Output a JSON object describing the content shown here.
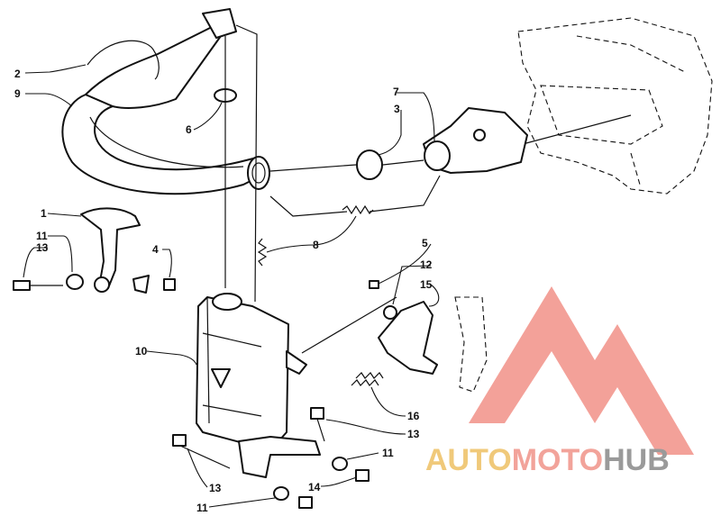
{
  "callouts": [
    {
      "id": "c1",
      "label": "1"
    },
    {
      "id": "c2",
      "label": "2"
    },
    {
      "id": "c3",
      "label": "3"
    },
    {
      "id": "c4",
      "label": "4"
    },
    {
      "id": "c5",
      "label": "5"
    },
    {
      "id": "c6",
      "label": "6"
    },
    {
      "id": "c7",
      "label": "7"
    },
    {
      "id": "c8",
      "label": "8"
    },
    {
      "id": "c9",
      "label": "9"
    },
    {
      "id": "c10",
      "label": "10"
    },
    {
      "id": "c11a",
      "label": "11"
    },
    {
      "id": "c11b",
      "label": "11"
    },
    {
      "id": "c11c",
      "label": "11"
    },
    {
      "id": "c12",
      "label": "12"
    },
    {
      "id": "c13a",
      "label": "13"
    },
    {
      "id": "c13b",
      "label": "13"
    },
    {
      "id": "c13c",
      "label": "13"
    },
    {
      "id": "c14",
      "label": "14"
    },
    {
      "id": "c15",
      "label": "15"
    },
    {
      "id": "c16",
      "label": "16"
    }
  ],
  "watermark": {
    "part1": "AUTO",
    "part2": "MOTO",
    "part3": "HUB",
    "color_auto": "#f0c97a",
    "color_moto": "#f2a39a",
    "color_hub": "#9a9a9a",
    "logo_color": "#f08a80"
  }
}
